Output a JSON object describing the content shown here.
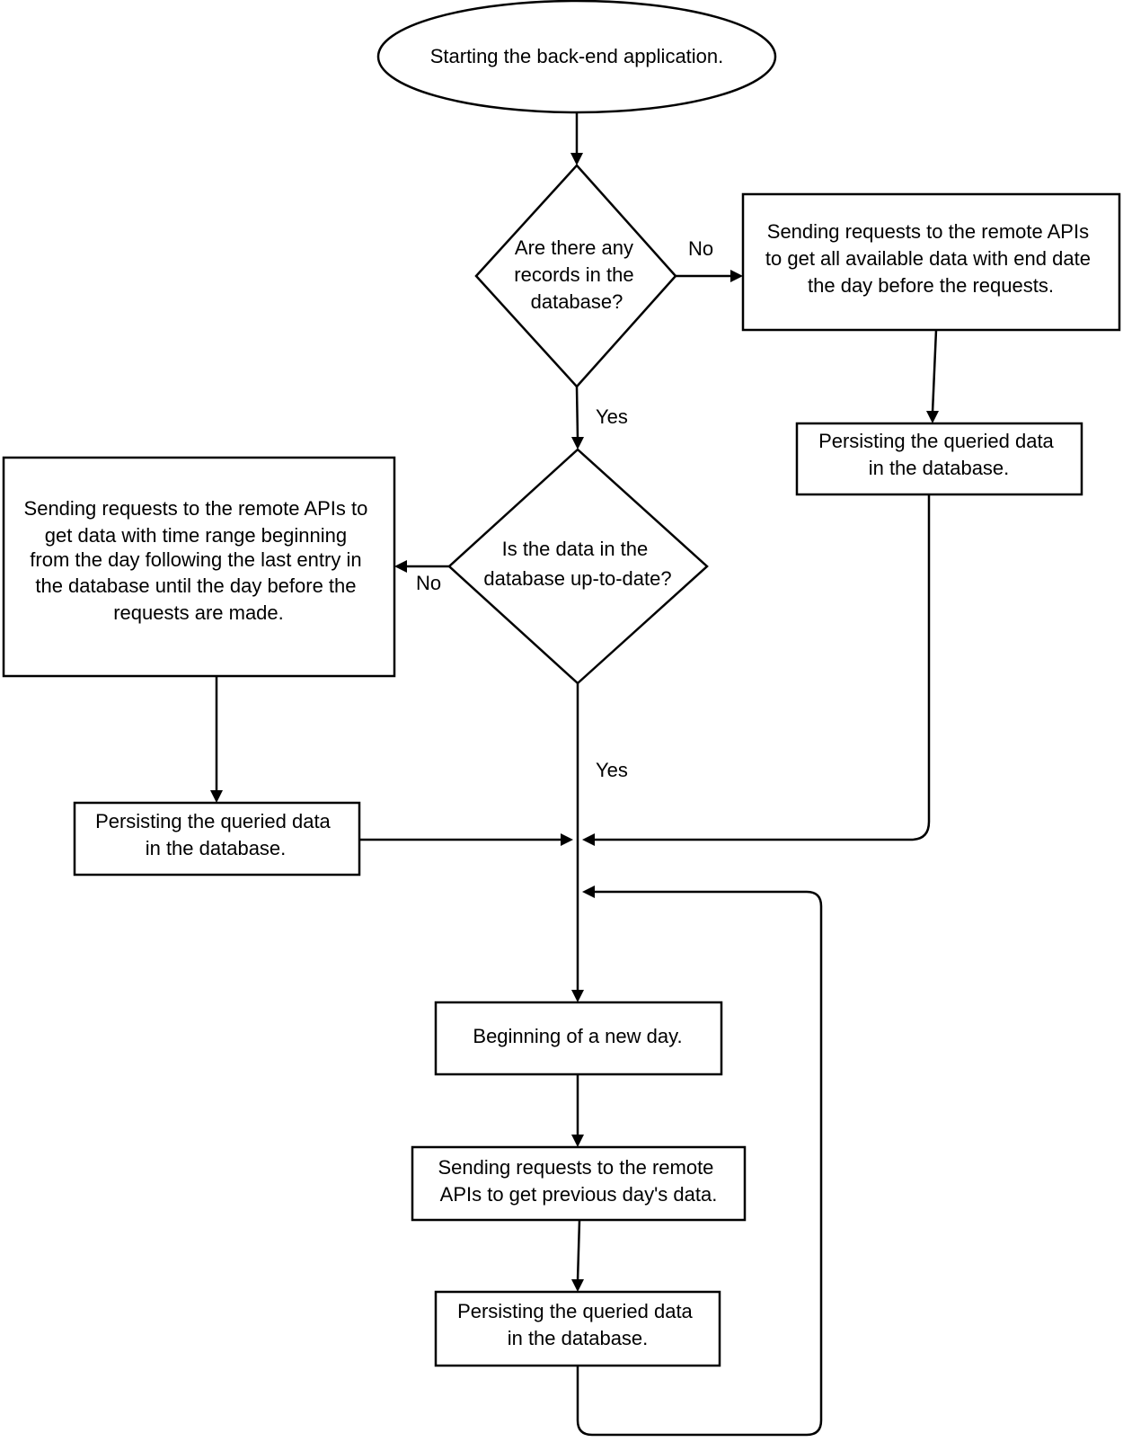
{
  "nodes": {
    "start": {
      "lines": [
        "Starting the back-end application."
      ]
    },
    "decision_records": {
      "lines": [
        "Are there any",
        "records in the",
        "database?"
      ]
    },
    "request_all": {
      "lines": [
        "Sending requests to the remote APIs",
        "to get all available data with end date",
        "the day before the requests."
      ]
    },
    "persist_all": {
      "lines": [
        "Persisting the queried data",
        "in the database."
      ]
    },
    "decision_uptodate": {
      "lines": [
        "Is the data in the",
        "database up-to-date?"
      ]
    },
    "request_range": {
      "lines": [
        "Sending requests to the remote APIs to",
        "get data with time range beginning",
        "from the day following the last entry in",
        "the database until the day before the",
        "requests are made."
      ]
    },
    "persist_range": {
      "lines": [
        "Persisting the queried data",
        "in the database."
      ]
    },
    "new_day": {
      "lines": [
        "Beginning of a new day."
      ]
    },
    "request_prev": {
      "lines": [
        "Sending requests to the remote",
        "APIs to get previous day's data."
      ]
    },
    "persist_prev": {
      "lines": [
        "Persisting the queried data",
        "in the database."
      ]
    }
  },
  "edge_labels": {
    "records_no": "No",
    "records_yes": "Yes",
    "uptodate_no": "No",
    "uptodate_yes": "Yes"
  }
}
